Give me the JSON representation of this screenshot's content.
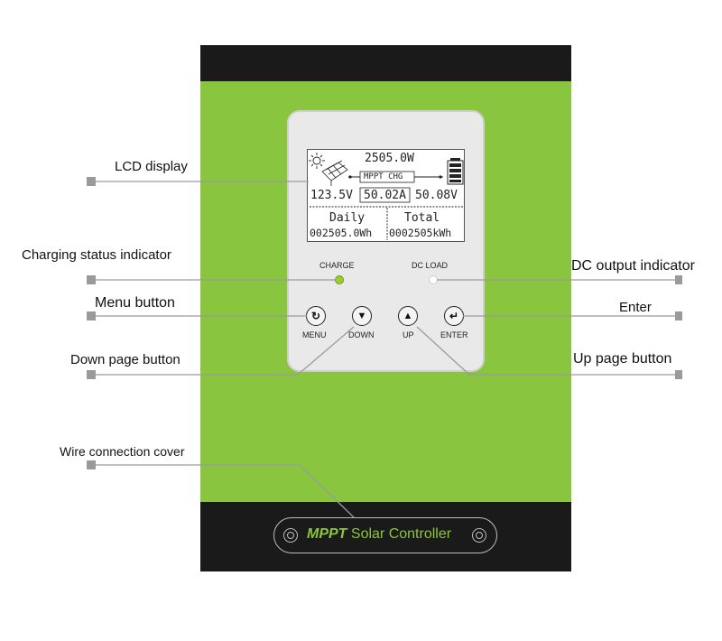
{
  "callouts": {
    "lcd_display": "LCD display",
    "charging_status_indicator": "Charging status indicator",
    "menu_button": "Menu button",
    "down_page_button": "Down page button",
    "wire_connection_cover": "Wire connection cover",
    "dc_output_indicator": "DC output indicator",
    "enter": "Enter",
    "up_page_button": "Up page button"
  },
  "lcd": {
    "power": "2505.0W",
    "mode": "MPPT CHG",
    "voltage_in": "123.5V",
    "current": "50.02A",
    "voltage_out": "50.08V",
    "daily_label": "Daily",
    "total_label": "Total",
    "daily_value": "002505.0Wh",
    "total_value": "0002505kWh"
  },
  "indicators": {
    "charge": "CHARGE",
    "dc_load": "DC LOAD"
  },
  "buttons": {
    "menu": "MENU",
    "down": "DOWN",
    "up": "UP",
    "enter": "ENTER"
  },
  "brand": {
    "mppt": "MPPT",
    "rest": " Solar Controller"
  },
  "colors": {
    "body_green": "#8ac53f",
    "band_black": "#1a1a1a",
    "indicator_charge": "#9acd32"
  }
}
